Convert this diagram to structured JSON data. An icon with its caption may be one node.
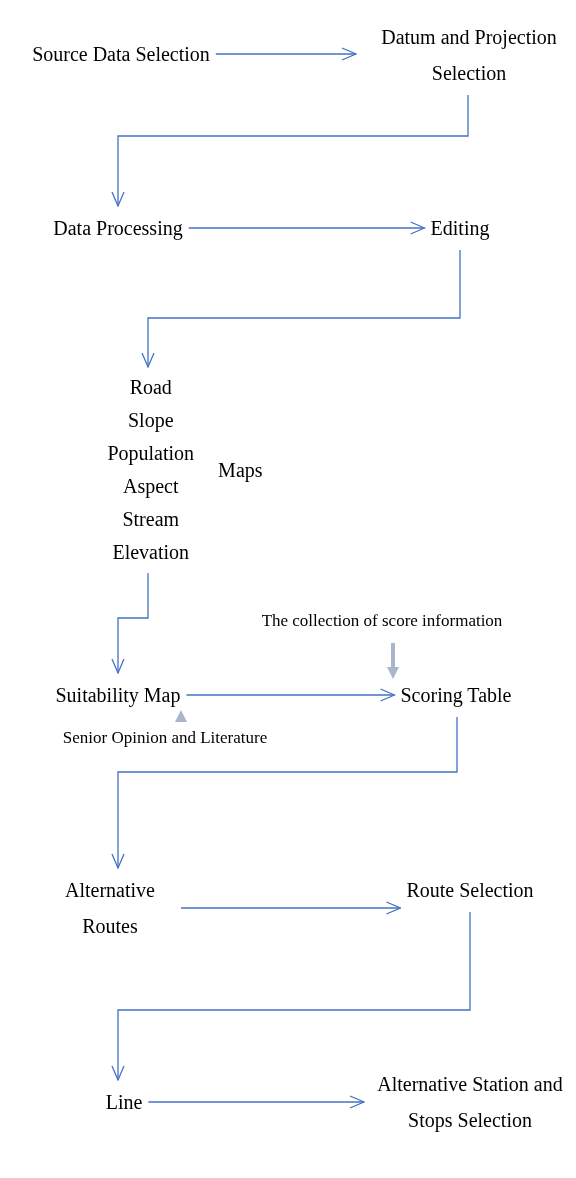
{
  "diagram": {
    "nodes": [
      {
        "text": [
          "Source Data Selection"
        ]
      },
      {
        "text": [
          "Datum and Projection Selection"
        ]
      },
      {
        "text": [
          "Data Processing"
        ]
      },
      {
        "text": [
          "Editing"
        ]
      },
      {
        "text": [
          "Road",
          "Slope",
          "Population",
          "Aspect",
          "Stream",
          "Elevation"
        ],
        "beside": [
          "Maps"
        ]
      },
      {
        "text": [
          "Suitability Map"
        ]
      },
      {
        "text": [
          "Scoring Table"
        ]
      },
      {
        "text": [
          "The collection of score information"
        ]
      },
      {
        "text": [
          "Senior Opinion and Literature"
        ]
      },
      {
        "text": [
          "Alternative Routes"
        ]
      },
      {
        "text": [
          "Route Selection"
        ]
      },
      {
        "text": [
          "Line"
        ]
      },
      {
        "text": [
          "Alternative Station and Stops Selection"
        ]
      }
    ],
    "edges": [
      {
        "from": 0,
        "to": 1,
        "arrow": "to"
      },
      {
        "from": 1,
        "to": 2,
        "arrow": "to"
      },
      {
        "from": 2,
        "to": 3,
        "arrow": "to"
      },
      {
        "from": 3,
        "to": 4,
        "arrow": "to"
      },
      {
        "from": 4,
        "to": 5,
        "arrow": "to"
      },
      {
        "from": 5,
        "to": 6,
        "arrow": "to"
      },
      {
        "from": 7,
        "to": 6,
        "arrow": "to",
        "style": "thick",
        "color": "#a7b6cb"
      },
      {
        "from": 8,
        "to": 5,
        "arrow": "to",
        "style": "thick",
        "color": "#a7b6cb"
      },
      {
        "from": 6,
        "to": 9,
        "arrow": "to"
      },
      {
        "from": 9,
        "to": 10,
        "arrow": "to"
      },
      {
        "from": 10,
        "to": 11,
        "arrow": "to"
      },
      {
        "from": 11,
        "to": 12,
        "arrow": "to"
      }
    ]
  }
}
